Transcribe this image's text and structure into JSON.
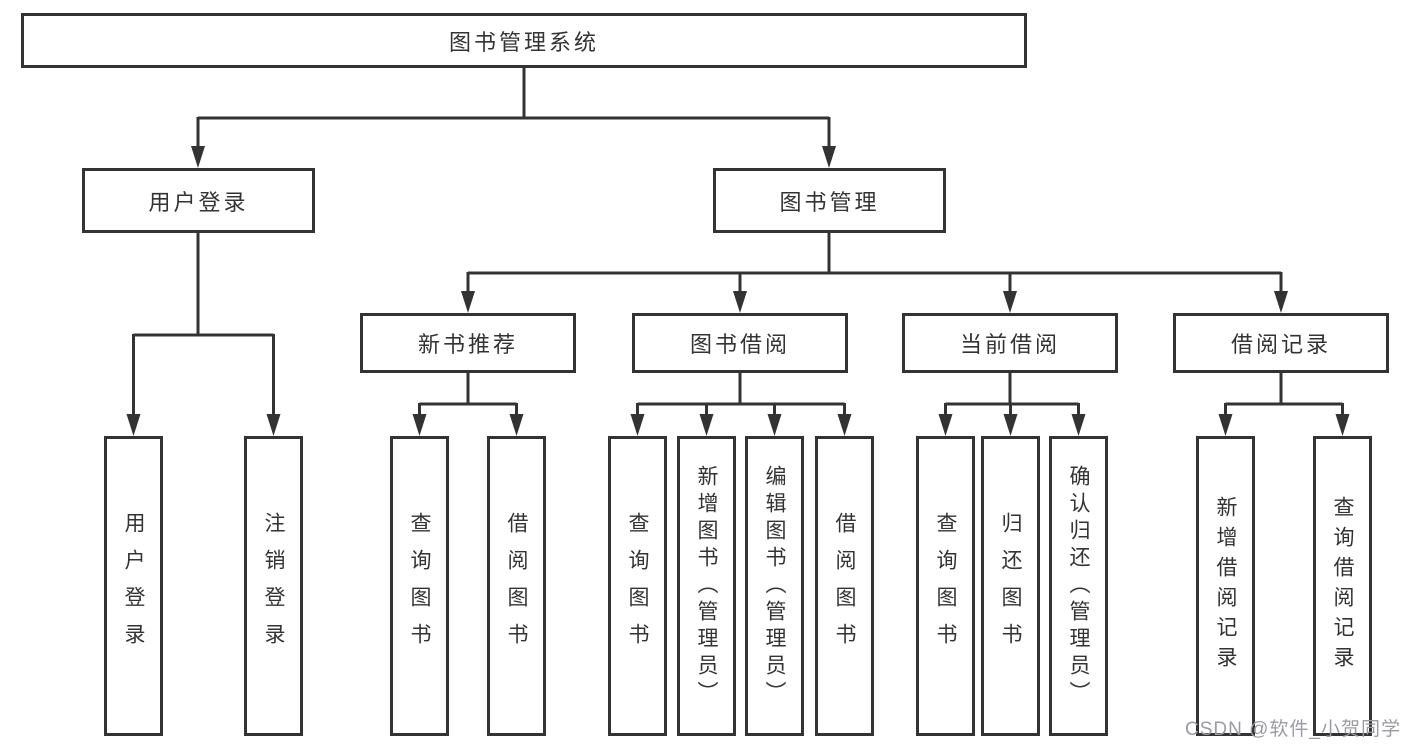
{
  "diagram": {
    "title": "图书管理系统",
    "type": "hierarchy-tree"
  },
  "tree": {
    "root": {
      "label": "图书管理系统"
    },
    "branches": [
      {
        "label": "用户登录",
        "children": [
          {
            "label": "用户登录"
          },
          {
            "label": "注销登录"
          }
        ]
      },
      {
        "label": "图书管理",
        "children": [
          {
            "label": "新书推荐",
            "children": [
              {
                "label": "查询图书"
              },
              {
                "label": "借阅图书"
              }
            ]
          },
          {
            "label": "图书借阅",
            "children": [
              {
                "label": "查询图书"
              },
              {
                "label": "新增图书（管理员）"
              },
              {
                "label": "编辑图书（管理员）"
              },
              {
                "label": "借阅图书"
              }
            ]
          },
          {
            "label": "当前借阅",
            "children": [
              {
                "label": "查询图书"
              },
              {
                "label": "归还图书"
              },
              {
                "label": "确认归还（管理员）"
              }
            ]
          },
          {
            "label": "借阅记录",
            "children": [
              {
                "label": "新增借阅记录"
              },
              {
                "label": "查询借阅记录"
              }
            ]
          }
        ]
      }
    ]
  },
  "watermark": {
    "text": "CSDN @软件_小贺同学"
  },
  "colors": {
    "line": "#333333",
    "box_border": "#333333",
    "text": "#333333",
    "watermark": "#9b9ba3",
    "background": "#ffffff"
  }
}
